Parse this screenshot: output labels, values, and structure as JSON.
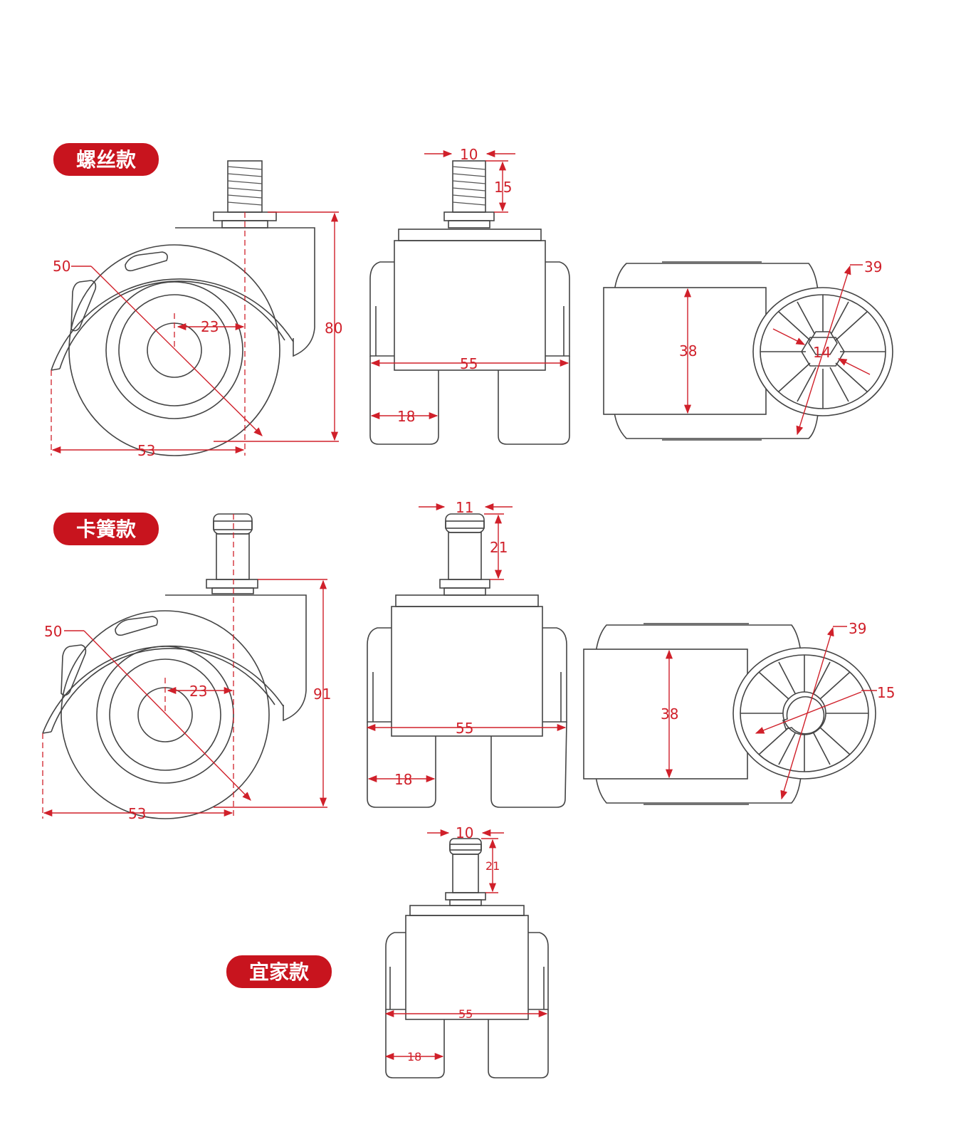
{
  "colors": {
    "dimension": "#d0202a",
    "badge": "#c8141e",
    "outline": "#444444"
  },
  "badges": {
    "screw": "螺丝款",
    "spring": "卡簧款",
    "ikea": "宜家款"
  },
  "screw": {
    "side": {
      "wheel_dia": "50",
      "hub": "23",
      "height": "80",
      "depth": "53"
    },
    "front": {
      "stem_dia": "10",
      "stem_len": "15",
      "width": "55",
      "wheel_w": "18"
    },
    "bottom": {
      "dia": "39",
      "hex": "14",
      "body": "38"
    }
  },
  "spring": {
    "side": {
      "wheel_dia": "50",
      "hub": "23",
      "height": "91",
      "depth": "53"
    },
    "front": {
      "stem_dia": "11",
      "stem_len": "21",
      "width": "55",
      "wheel_w": "18"
    },
    "bottom": {
      "dia": "39",
      "bore": "15",
      "body": "38"
    }
  },
  "ikea": {
    "front": {
      "stem_dia": "10",
      "stem_len": "21",
      "width": "55",
      "wheel_w": "18"
    }
  }
}
